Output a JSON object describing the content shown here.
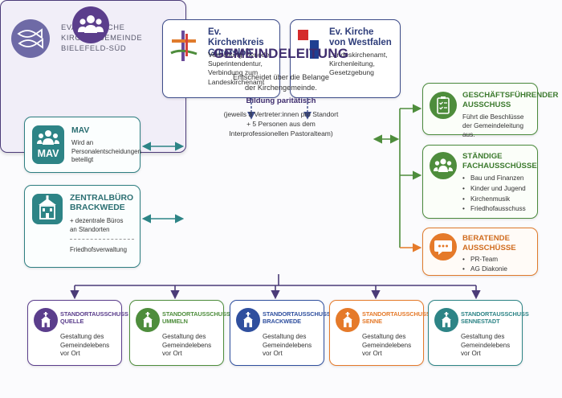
{
  "logo": {
    "line1": "EVANGELISCHE",
    "line2": "KIRCHENGEMEINDE",
    "line3": "BIELEFELD-SÜD"
  },
  "kirchenkreis": {
    "title1": "Ev. Kirchenkreis",
    "title2": "Gütersloh",
    "desc": [
      "Verwaltung, Synode,",
      "Superintendentur,",
      "Verbindung zum",
      "Landeskirchenamt"
    ]
  },
  "westfalen": {
    "title1": "Ev. Kirche",
    "title2": "von Westfalen",
    "desc": [
      "Landeskirchenamt,",
      "Kirchenleitung,",
      "Gesetzgebung"
    ]
  },
  "central": {
    "title": "GEMEINDELEITUNG",
    "desc1": "Entscheidet über die Belange",
    "desc2": "der Kirchengemeinde.",
    "sub": "Bildung paritätisch",
    "note1": "(jeweils 3 Vertreter:innen pro Standort",
    "note2": "+ 5 Personen aus dem",
    "note3": "Interprofessionellen Pastoralteam)"
  },
  "mav": {
    "title": "MAV",
    "icon_label": "MAV",
    "desc": [
      "Wird an",
      "Personalentscheidungen",
      "beteiligt"
    ]
  },
  "zentralbuero": {
    "title1": "ZENTRALBÜRO",
    "title2": "BRACKWEDE",
    "desc": [
      "+ dezentrale Büros",
      "an Standorten"
    ],
    "extra": "Friedhofsverwaltung"
  },
  "geschaeftsfuehrend": {
    "title1": "GESCHÄFTSFÜHRENDER",
    "title2": "AUSSCHUSS",
    "desc": [
      "Führt die Beschlüsse",
      "der Gemeindeleitung aus."
    ]
  },
  "staendige": {
    "title1": "STÄNDIGE",
    "title2": "FACHAUSSCHÜSSE",
    "items": [
      "Bau und Finanzen",
      "Kinder und Jugend",
      "Kirchenmusik",
      "Friedhofausschuss"
    ]
  },
  "beratende": {
    "title1": "BERATENDE",
    "title2": "AUSSCHÜSSE",
    "items": [
      "PR-Team",
      "AG Diakonie"
    ]
  },
  "standorte": [
    {
      "label": "STANDORTAUSSCHUSS",
      "name": "QUELLE",
      "desc": [
        "Gestaltung des",
        "Gemeindelebens",
        "vor Ort"
      ],
      "color": "#5b3e8c"
    },
    {
      "label": "STANDORTAUSSCHUSS",
      "name": "UMMELN",
      "desc": [
        "Gestaltung des",
        "Gemeindelebens",
        "vor Ort"
      ],
      "color": "#4e8d3c"
    },
    {
      "label": "STANDORTAUSSCHUSS",
      "name": "BRACKWEDE",
      "desc": [
        "Gestaltung des",
        "Gemeindelebens",
        "vor Ort"
      ],
      "color": "#2f4f9e"
    },
    {
      "label": "STANDORTAUSSCHUSS",
      "name": "SENNE",
      "desc": [
        "Gestaltung des",
        "Gemeindelebens",
        "vor Ort"
      ],
      "color": "#e57a2a"
    },
    {
      "label": "STANDORTAUSSCHUSS",
      "name": "SENNESTADT",
      "desc": [
        "Gestaltung des",
        "Gemeindelebens",
        "vor Ort"
      ],
      "color": "#2d8486"
    }
  ],
  "colors": {
    "purple": "#5b3e8c",
    "navy": "#3d4c8a",
    "teal": "#2d8486",
    "green": "#4e8d3c",
    "orange": "#e57a2a"
  }
}
